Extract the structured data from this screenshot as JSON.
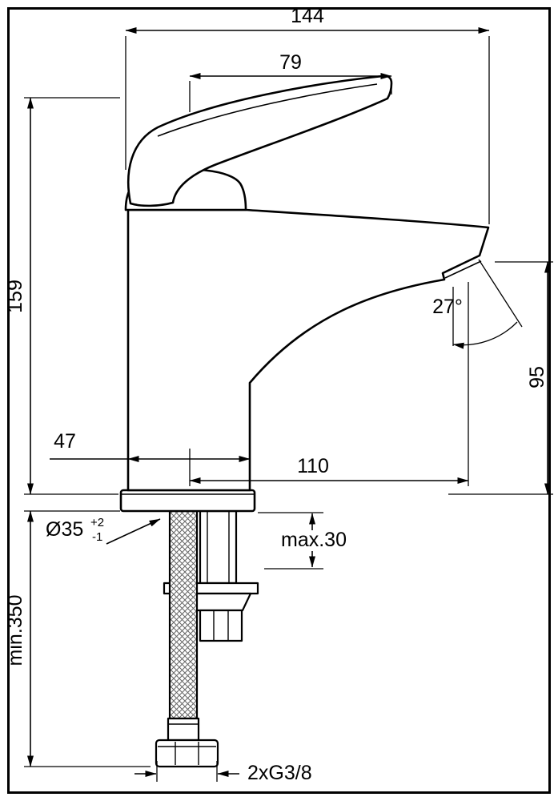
{
  "page": {
    "background": "#ffffff",
    "line_color": "#000000",
    "subject": "single-lever basin mixer tap technical drawing"
  },
  "labels": {
    "overall_width": "144",
    "handle_length": "79",
    "total_height": "159",
    "spout_angle": "27°",
    "outlet_height": "95",
    "body_depth": "47",
    "spout_reach": "110",
    "hole_diameter": "Ø35",
    "hole_tol_plus": "+2",
    "hole_tol_minus": "-1",
    "deck_thickness": "max.30",
    "hose_length": "min.350",
    "thread_spec": "2xG3/8"
  }
}
